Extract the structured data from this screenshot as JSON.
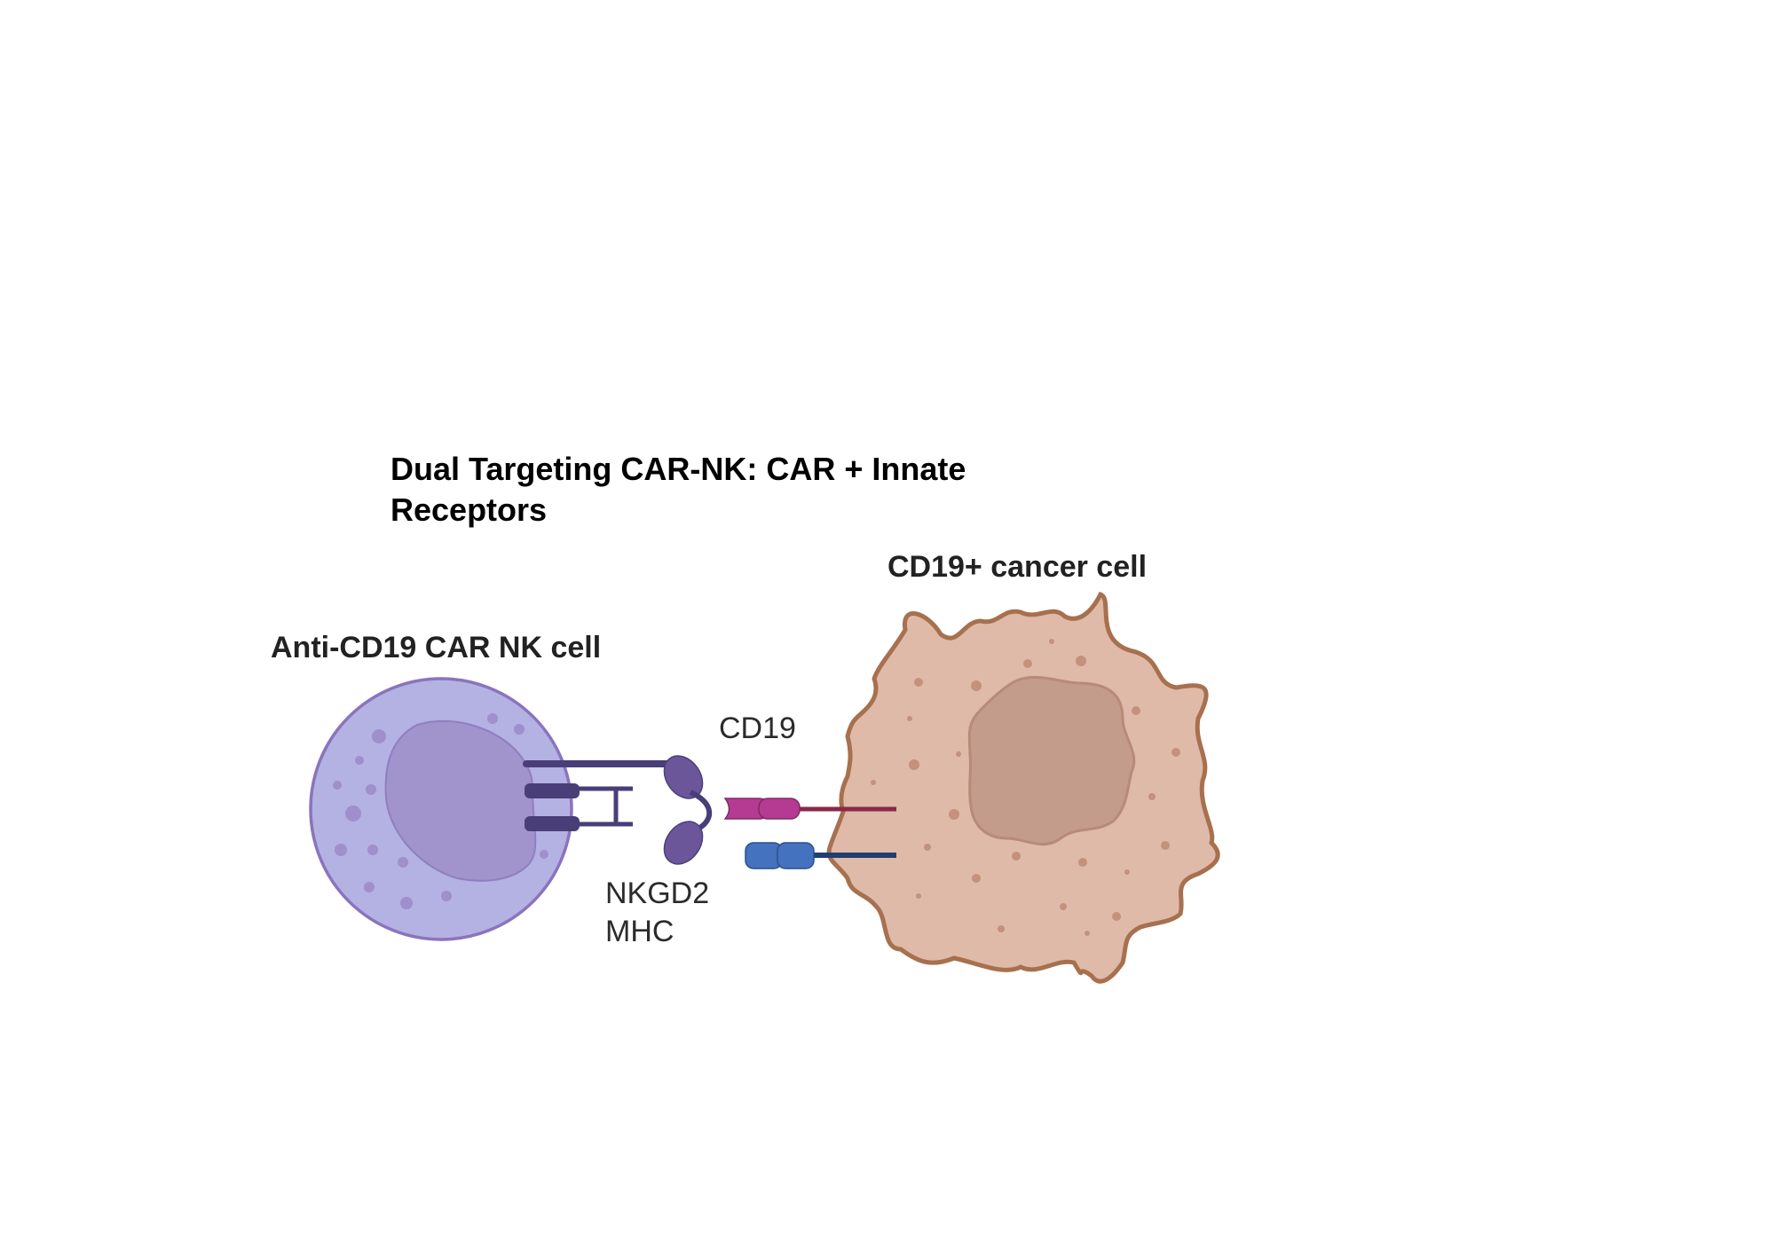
{
  "title": {
    "line1": "Dual Targeting CAR-NK: CAR + Innate",
    "line2": "Receptors"
  },
  "nk_cell": {
    "label": "Anti-CD19 CAR NK cell",
    "fill": "#b4b1e3",
    "stroke": "#8a74bd",
    "nucleus_fill": "#a193cb"
  },
  "cancer_cell": {
    "label": "CD19+ cancer cell",
    "fill": "#dfbaa8",
    "stroke": "#a7704e",
    "nucleus_fill": "#c39c8c"
  },
  "labels": {
    "cd19": "CD19",
    "nkgd2": "NKGD2",
    "mhc": "MHC"
  },
  "colors": {
    "receptor": "#493e78",
    "receptor_lobe": "#6a5699",
    "cd19_domain": "#b43b91",
    "cd19_stalk": "#8a2846",
    "mhc_domain": "#4472be",
    "mhc_stalk": "#1e3f70"
  }
}
